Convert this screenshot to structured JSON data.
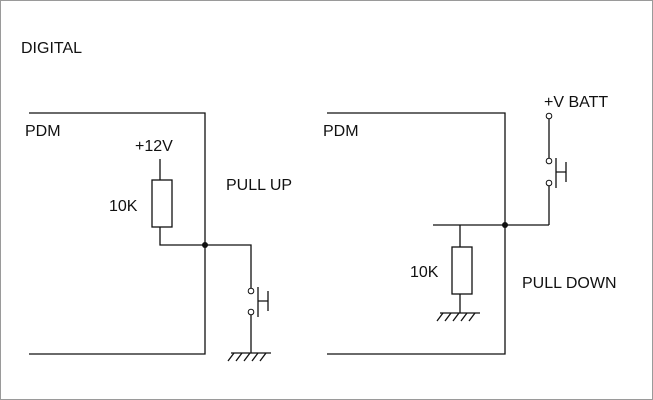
{
  "title": "DIGITAL",
  "left_circuit": {
    "device_label": "PDM",
    "supply_label": "+12V",
    "resistor_label": "10K",
    "mode_label": "PULL UP"
  },
  "right_circuit": {
    "device_label": "PDM",
    "supply_label": "+V BATT",
    "resistor_label": "10K",
    "mode_label": "PULL DOWN"
  }
}
